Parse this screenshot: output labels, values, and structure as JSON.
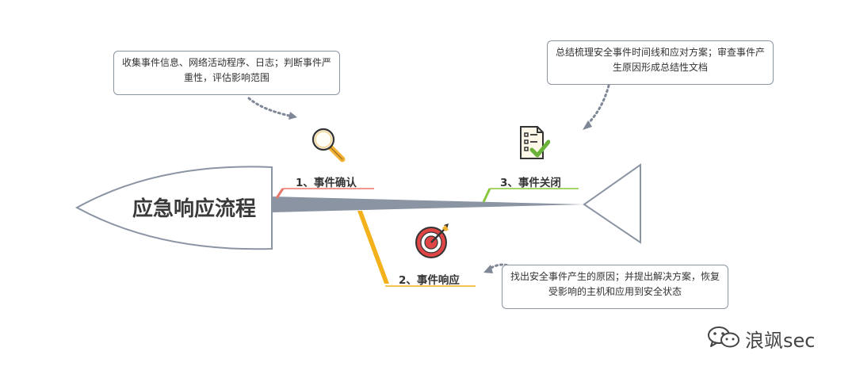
{
  "title": "应急响应流程",
  "branches": [
    {
      "label": "1、事件确认",
      "color": "#e8776b",
      "icon": "magnifier-icon"
    },
    {
      "label": "2、事件响应",
      "color": "#f3b21b",
      "icon": "target-icon"
    },
    {
      "label": "3、事件关闭",
      "color": "#8cc63f",
      "icon": "checklist-icon"
    }
  ],
  "notes": {
    "confirm": "收集事件信息、网络活动程序、日志；判断事件严重性，评估影响范围",
    "response": "找出安全事件产生的原因；并提出解决方案，恢复受影响的主机和应用到安全状态",
    "close": "总结梳理安全事件时间线和应对方案；审查事件产生原因形成总结性文档"
  },
  "watermark": "浪飒sec",
  "colors": {
    "outline": "#8a94a3",
    "spine": "#8a94a3"
  }
}
